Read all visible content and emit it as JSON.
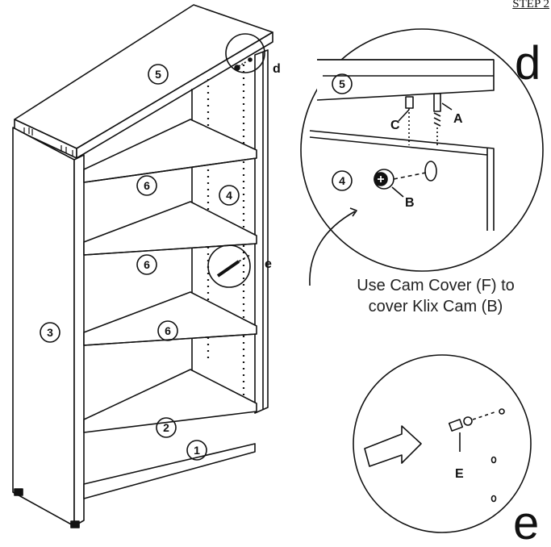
{
  "step_title": "STEP 2",
  "part_numbers": {
    "top": "5",
    "shelf_upper": "6",
    "shelf_middle": "6",
    "shelf_lower": "6",
    "back_panel": "4",
    "left_side": "3",
    "bottom_shelf": "2",
    "base": "1"
  },
  "callouts": {
    "detail_d": "d",
    "detail_e": "e"
  },
  "detail_d": {
    "big_letter": "d",
    "part_top": "5",
    "part_back": "4",
    "label_a": "A",
    "label_b": "B",
    "label_c": "C"
  },
  "note_text": "Use Cam Cover (F) to\ncover Klix Cam (B)",
  "detail_e": {
    "big_letter": "e",
    "label_e": "E"
  }
}
